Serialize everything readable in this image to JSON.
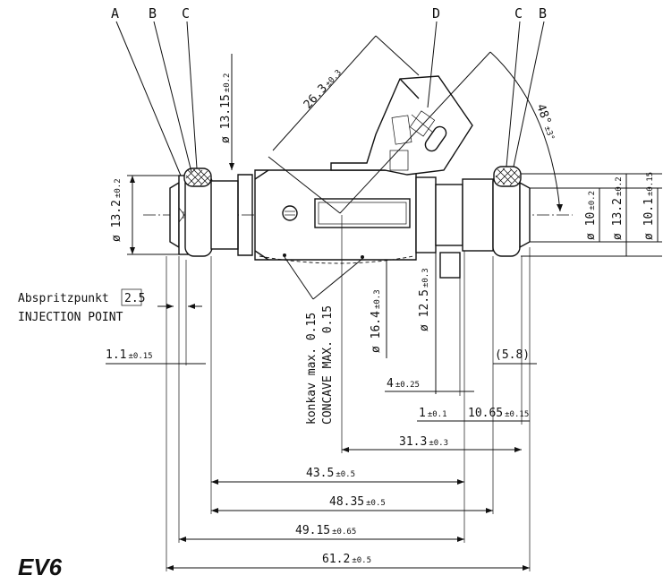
{
  "model": "EV6",
  "callouts": {
    "a": "A",
    "b_left": "B",
    "c_left": "C",
    "d": "D",
    "c_right": "C",
    "b_right": "B"
  },
  "dims": {
    "d_13_15": {
      "v": "ø 13.15",
      "t": "±0.2"
    },
    "len_26_3": {
      "v": "26.3",
      "t": "±0.3"
    },
    "angle_48": {
      "v": "48°",
      "t": "±3°"
    },
    "left_13_2": {
      "v": "ø 13.2",
      "t": "±0.2"
    },
    "right_10": {
      "v": "ø 10",
      "t": "±0.2"
    },
    "right_13_2": {
      "v": "ø 13.2",
      "t": "±0.2"
    },
    "right_10_1": {
      "v": "ø 10.1",
      "t": "±0.15"
    },
    "d_12_5": {
      "v": "ø 12.5",
      "t": "±0.3"
    },
    "d_16_4": {
      "v": "ø 16.4",
      "t": "±0.3"
    },
    "len_1_1": {
      "v": "1.1",
      "t": "±0.15"
    },
    "len_5_8": {
      "v": "(5.8)",
      "t": ""
    },
    "len_4": {
      "v": "4",
      "t": "±0.25"
    },
    "len_1": {
      "v": "1",
      "t": "±0.1"
    },
    "len_10_65": {
      "v": "10.65",
      "t": "±0.15"
    },
    "len_31_3": {
      "v": "31.3",
      "t": "±0.3"
    },
    "len_43_5": {
      "v": "43.5",
      "t": "±0.5"
    },
    "len_48_35": {
      "v": "48.35",
      "t": "±0.5"
    },
    "len_49_15": {
      "v": "49.15",
      "t": "±0.65"
    },
    "len_61_2": {
      "v": "61.2",
      "t": "±0.5"
    }
  },
  "injection": {
    "de": "Abspritzpunkt",
    "value": "2.5",
    "en": "INJECTION POINT"
  },
  "concave": {
    "de": "konkav max. 0.15",
    "en": "CONCAVE MAX. 0.15"
  }
}
